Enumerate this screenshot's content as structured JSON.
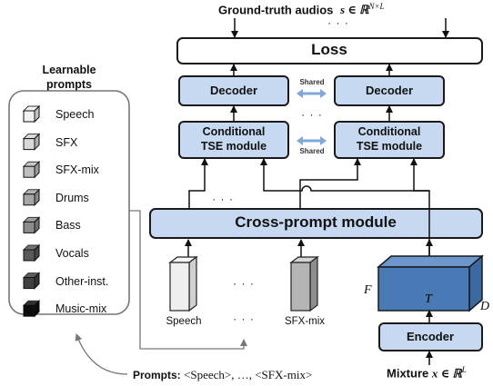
{
  "header": {
    "ground_truth_label": "Ground-truth audios",
    "ground_truth_math": "s ∈ ℝ",
    "ground_truth_sup": "N×L",
    "top_ellipsis": "· · ·"
  },
  "blocks": {
    "loss": "Loss",
    "decoder_left": "Decoder",
    "decoder_right": "Decoder",
    "tse_left_line1": "Conditional",
    "tse_left_line2": "TSE module",
    "tse_right_line1": "Conditional",
    "tse_right_line2": "TSE module",
    "shared_top": "Shared",
    "shared_bottom": "Shared",
    "cross_prompt": "Cross-prompt module",
    "encoder": "Encoder",
    "mid_ellipsis_1": "· · ·",
    "mid_ellipsis_2": "· · ·"
  },
  "learnable_prompts": {
    "title_line1": "Learnable",
    "title_line2": "prompts",
    "items": [
      {
        "label": "Speech",
        "color": "#f2f2f2"
      },
      {
        "label": "SFX",
        "color": "#d9d9d9"
      },
      {
        "label": "SFX-mix",
        "color": "#bfbfbf"
      },
      {
        "label": "Drums",
        "color": "#a6a6a6"
      },
      {
        "label": "Bass",
        "color": "#8c8c8c"
      },
      {
        "label": "Vocals",
        "color": "#595959"
      },
      {
        "label": "Other-inst.",
        "color": "#404040"
      },
      {
        "label": "Music-mix",
        "color": "#0d0d0d"
      }
    ]
  },
  "prompt_inputs": {
    "speech_label": "Speech",
    "sfx_mix_label": "SFX-mix",
    "ellipsis_mid": "· · ·",
    "ellipsis_low": "· · ·"
  },
  "bottom": {
    "prompts_label": "Prompts:",
    "prompts_text": "<Speech>, …, <SFX-mix>",
    "mixture_label": "Mixture",
    "mixture_math": "x ∈ ℝ",
    "mixture_sup": "L"
  },
  "feature_cube": {
    "F": "F",
    "T": "T",
    "D": "D"
  },
  "colors": {
    "block_fill": "#c6d9f1",
    "block_stroke": "#1a1a1a",
    "cube_front": "#4a7ab5",
    "cube_top": "#6b97cc",
    "cube_side": "#3b6aa3",
    "shared_arrow": "#7fa8d9"
  }
}
